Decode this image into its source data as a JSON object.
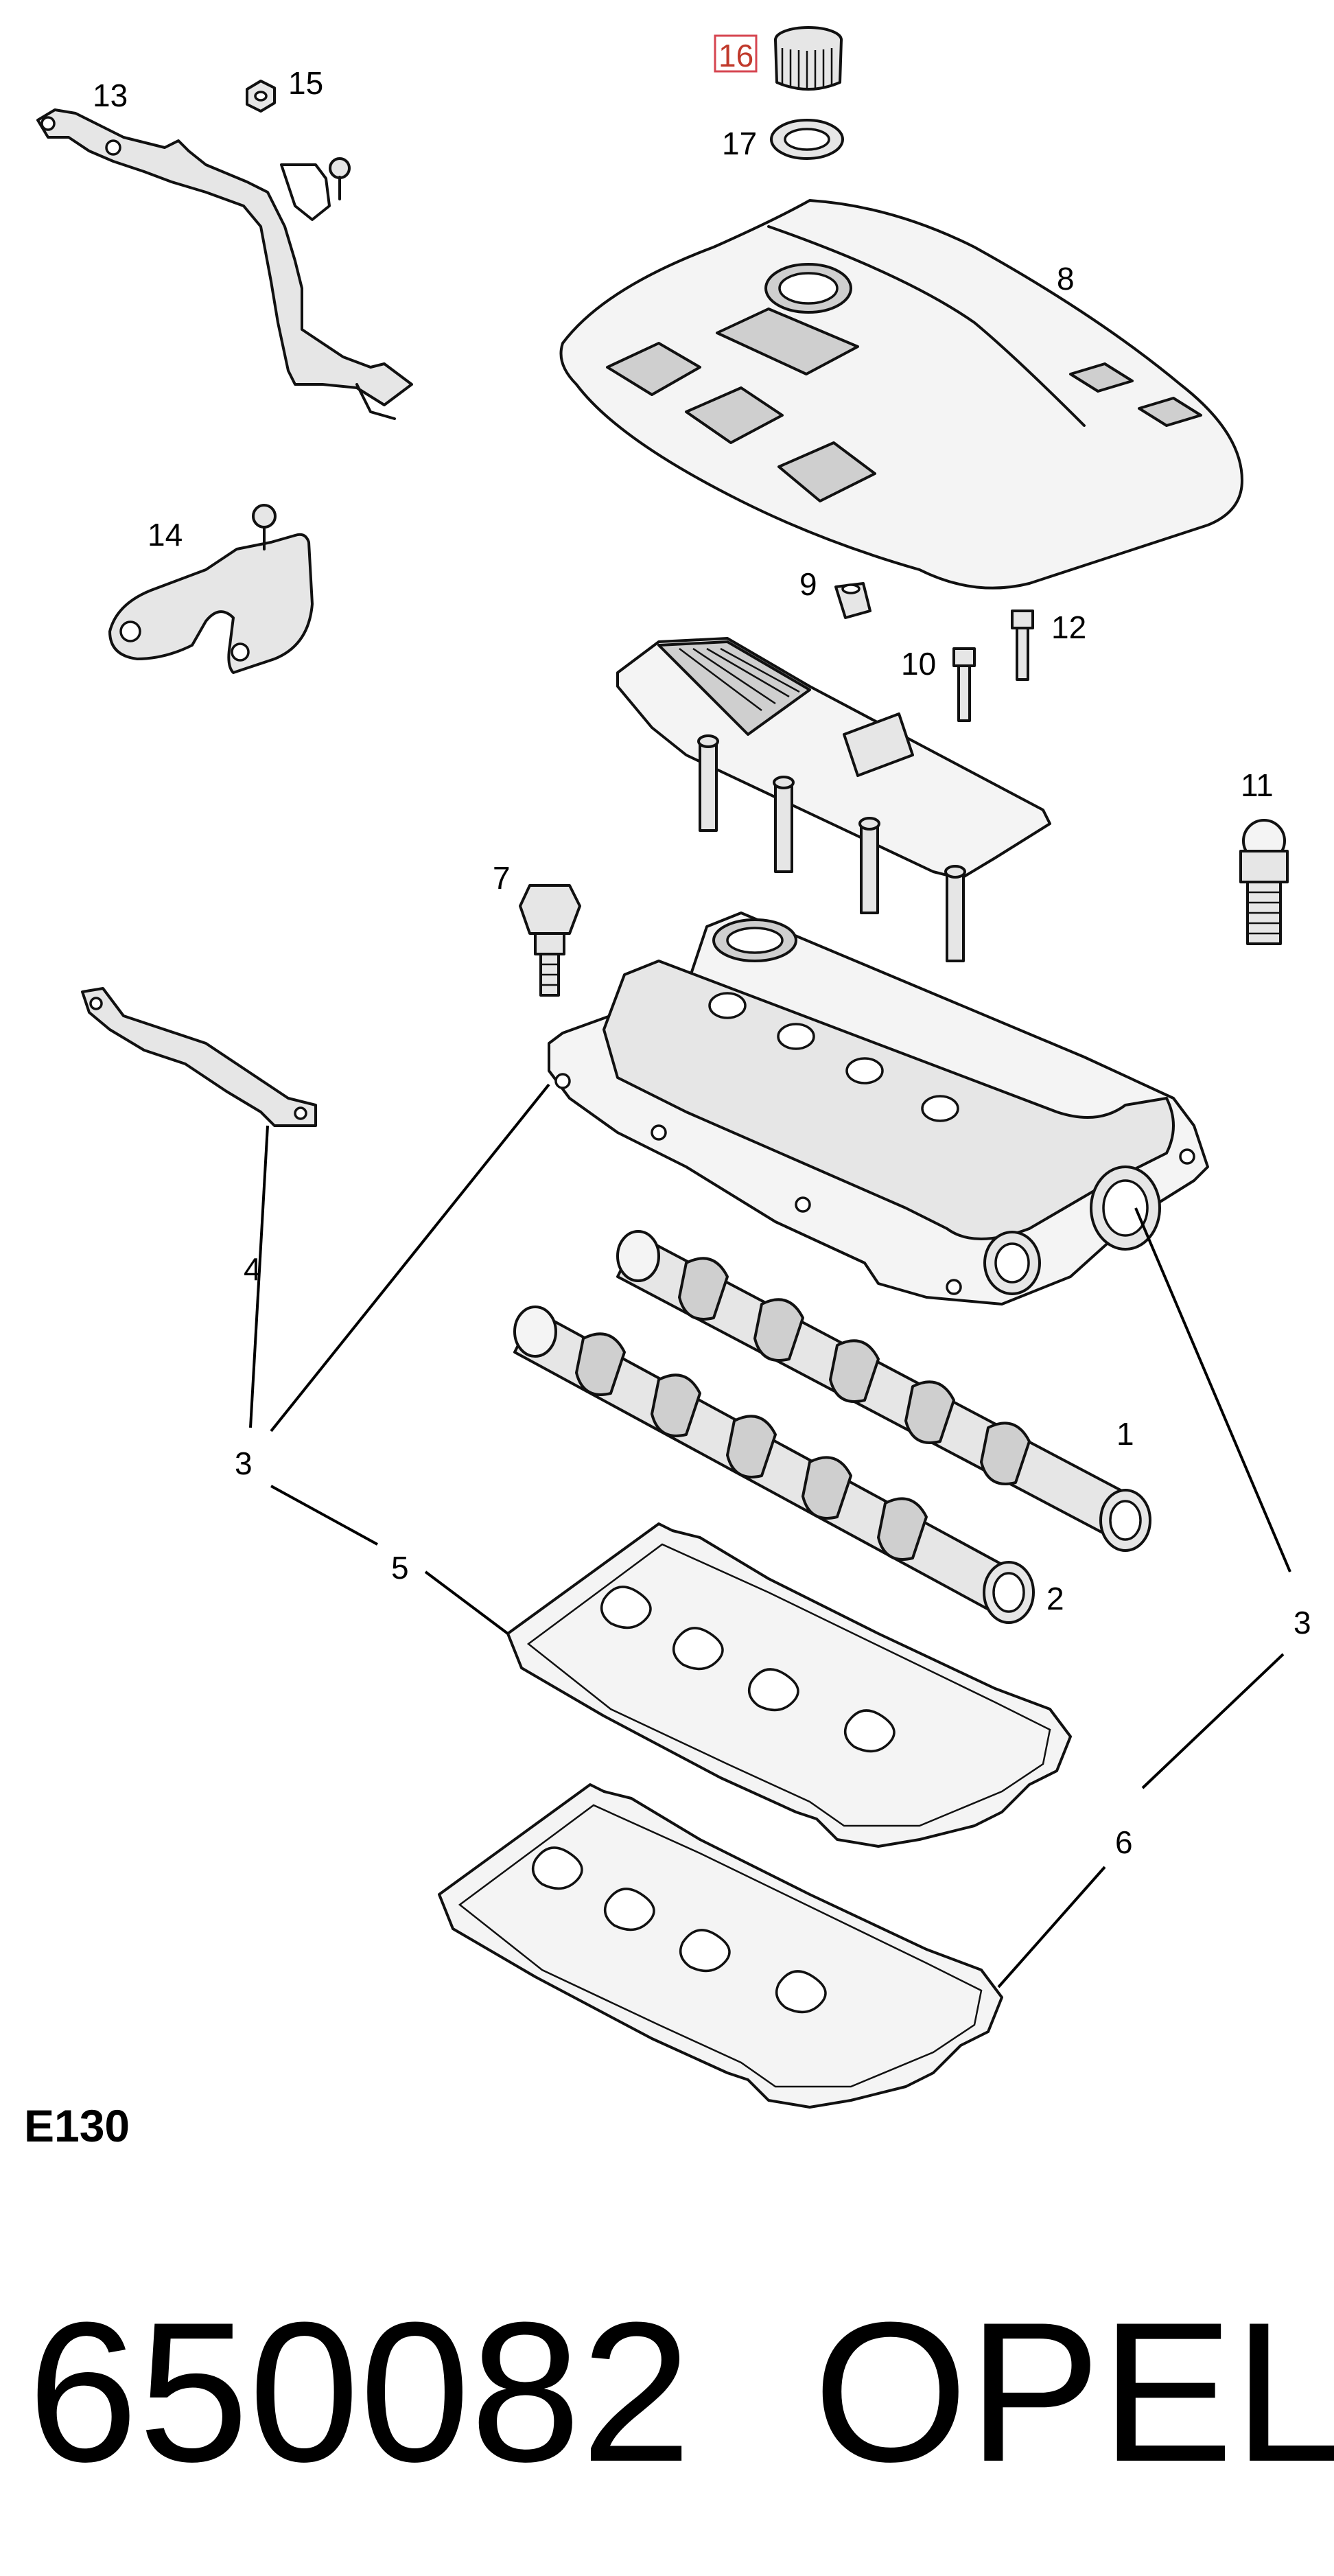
{
  "diagram": {
    "code": "E130",
    "part_number": "650082",
    "brand": "OPEL",
    "highlight_color": "#d64550",
    "callouts": [
      {
        "id": "1",
        "label": "1",
        "part": "camshaft-intake"
      },
      {
        "id": "2",
        "label": "2",
        "part": "camshaft-exhaust"
      },
      {
        "id": "3a",
        "label": "3",
        "part": "camshaft-cover"
      },
      {
        "id": "3b",
        "label": "3",
        "part": "camshaft-cover"
      },
      {
        "id": "4",
        "label": "4",
        "part": "breather-pipe-bracket"
      },
      {
        "id": "5",
        "label": "5",
        "part": "cover-gasket"
      },
      {
        "id": "6",
        "label": "6",
        "part": "cover-gasket-lower"
      },
      {
        "id": "7",
        "label": "7",
        "part": "cover-bolt"
      },
      {
        "id": "8",
        "label": "8",
        "part": "engine-cover"
      },
      {
        "id": "9",
        "label": "9",
        "part": "grommet"
      },
      {
        "id": "10",
        "label": "10",
        "part": "bolt"
      },
      {
        "id": "11",
        "label": "11",
        "part": "ball-stud"
      },
      {
        "id": "12",
        "label": "12",
        "part": "bolt"
      },
      {
        "id": "13",
        "label": "13",
        "part": "bracket"
      },
      {
        "id": "14",
        "label": "14",
        "part": "bracket"
      },
      {
        "id": "15",
        "label": "15",
        "part": "nut"
      },
      {
        "id": "16",
        "label": "16",
        "part": "oil-filler-cap",
        "highlighted": true
      },
      {
        "id": "17",
        "label": "17",
        "part": "seal-ring"
      }
    ]
  }
}
